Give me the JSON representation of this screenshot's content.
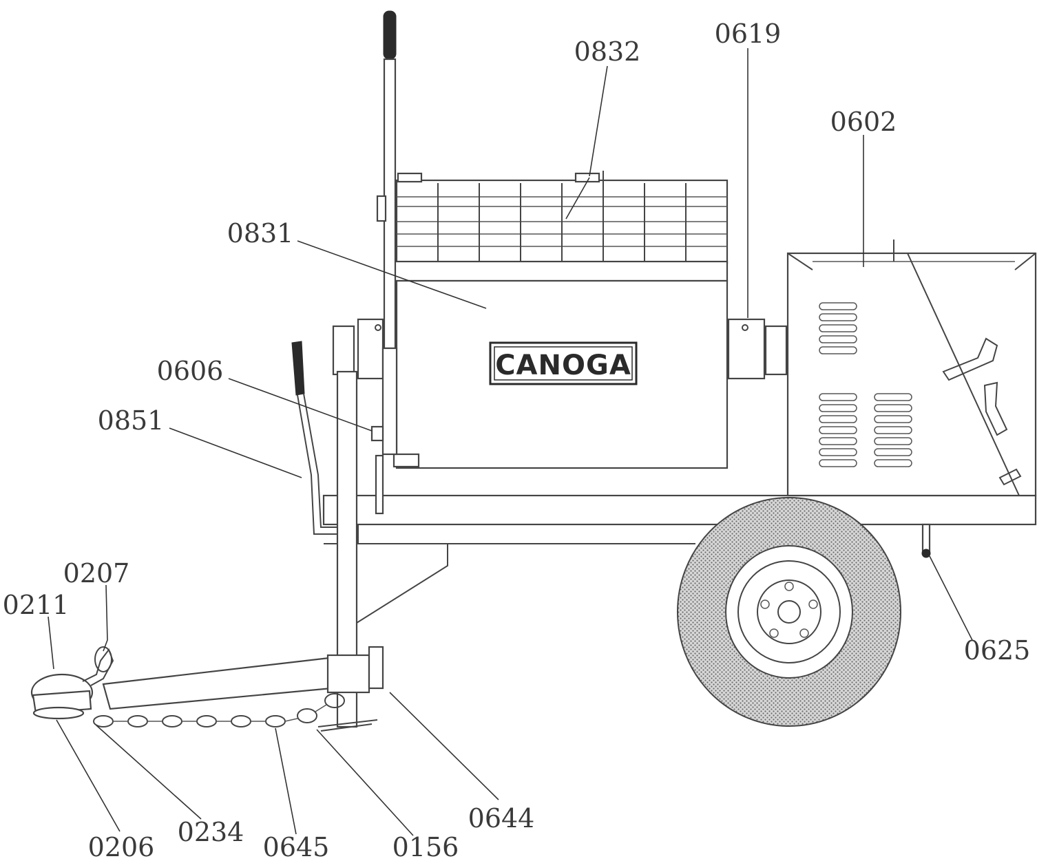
{
  "brand": {
    "name": "CANOGA"
  },
  "parts": [
    {
      "id": "0832"
    },
    {
      "id": "0619"
    },
    {
      "id": "0602"
    },
    {
      "id": "0831"
    },
    {
      "id": "0606"
    },
    {
      "id": "0851"
    },
    {
      "id": "0207"
    },
    {
      "id": "0211"
    },
    {
      "id": "0625"
    },
    {
      "id": "0644"
    },
    {
      "id": "0206"
    },
    {
      "id": "0234"
    },
    {
      "id": "0645"
    },
    {
      "id": "0156"
    }
  ]
}
